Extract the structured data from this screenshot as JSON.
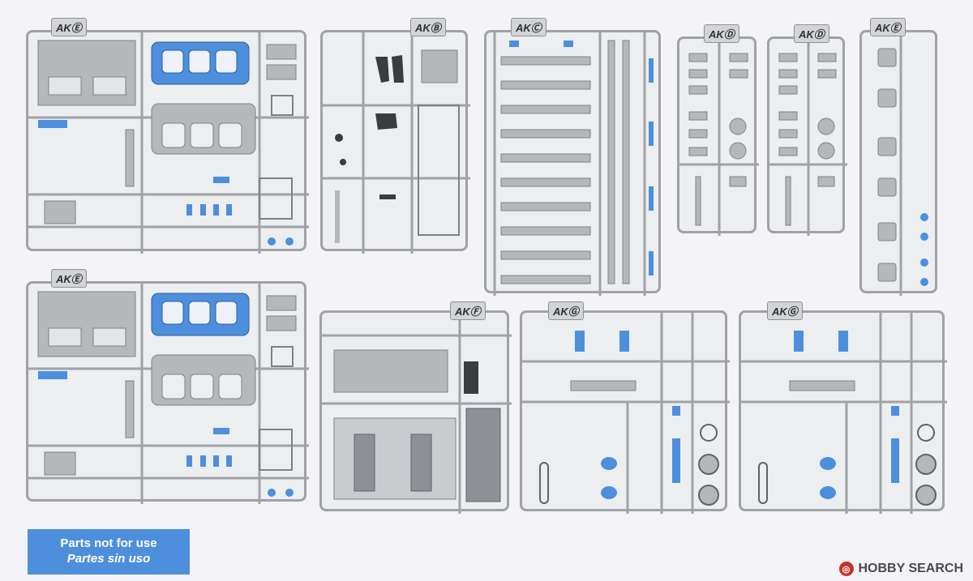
{
  "sprues": [
    {
      "id": "sprue-a1",
      "tag": "AKⒺ",
      "variant": "body"
    },
    {
      "id": "sprue-a2",
      "tag": "AKⒺ",
      "variant": "body"
    },
    {
      "id": "sprue-b",
      "tag": "AKⒷ",
      "variant": "tools"
    },
    {
      "id": "sprue-c",
      "tag": "AKⒸ",
      "variant": "rails"
    },
    {
      "id": "sprue-d1",
      "tag": "AKⒹ",
      "variant": "small"
    },
    {
      "id": "sprue-d2",
      "tag": "AKⒹ",
      "variant": "small"
    },
    {
      "id": "sprue-e",
      "tag": "AKⒺ",
      "variant": "column"
    },
    {
      "id": "sprue-f",
      "tag": "AKⒻ",
      "variant": "chassis"
    },
    {
      "id": "sprue-g1",
      "tag": "AKⒼ",
      "variant": "wheels"
    },
    {
      "id": "sprue-g2",
      "tag": "AKⒼ",
      "variant": "wheels"
    }
  ],
  "legend": {
    "line1": "Parts not for use",
    "line2": "Partes sin uso",
    "color": "#4d8fdc"
  },
  "colors": {
    "sprue_frame": "#9fa2a8",
    "part_grey": "#b9bbbf",
    "part_blue": "#4d8fdc",
    "background": "#f4f3f7"
  },
  "watermark": {
    "text": "HOBBY SEARCH",
    "icon": "hobby-search-logo-icon"
  }
}
